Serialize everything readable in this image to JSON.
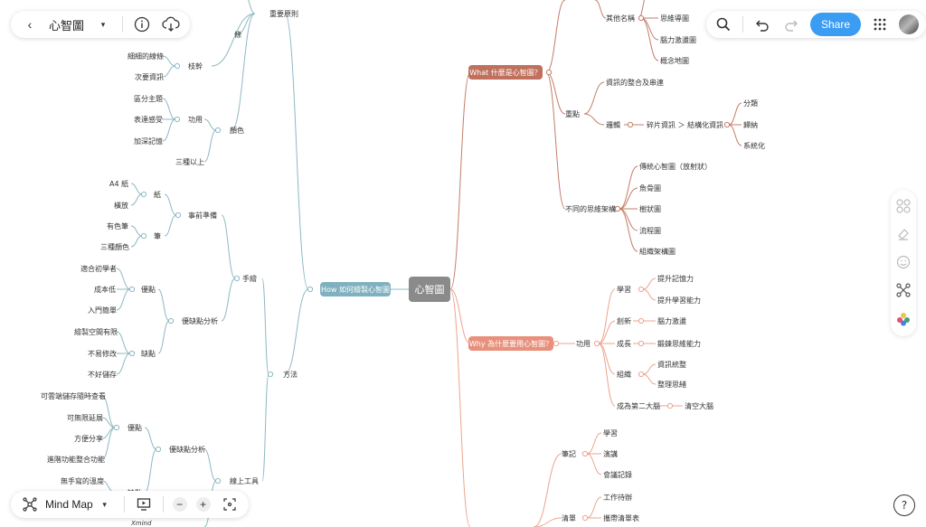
{
  "app": {
    "title": "心智圖",
    "share_label": "Share",
    "view_mode": "Mind Map",
    "help_label": "?"
  },
  "icons": {
    "back": "chevron-left-icon",
    "title_menu": "chevron-down-icon",
    "info": "info-icon",
    "cloud": "cloud-download-icon",
    "search": "search-icon",
    "undo": "undo-icon",
    "redo": "redo-icon",
    "grid": "apps-grid-icon",
    "mindmap": "mindmap-icon",
    "present": "present-icon",
    "zoom_out": "minus-icon",
    "zoom_in": "plus-icon",
    "fit": "fit-view-icon",
    "side": [
      "format-icon",
      "style-icon",
      "sticker-icon",
      "map-structure-icon",
      "theme-color-icon"
    ]
  },
  "colors": {
    "central": "#8a8a8a",
    "what": "#c0705c",
    "why": "#e8907c",
    "how": "#7fb1bf",
    "how_lines": "#8fb8c4",
    "what_lines": "#c47d69",
    "why_lines": "#eba48f",
    "accent": "#3b9cf3"
  },
  "mindmap": {
    "central": "心智圖",
    "what": {
      "label": "What 什麼是心智圖？",
      "other_names": "其他名稱",
      "other_names_items": [
        "思維導圖",
        "腦力激盪圖",
        "概念地圖"
      ],
      "key": "重點",
      "key_items": [
        "資訊的整合及串連",
        "邏輯"
      ],
      "logic_chain": "碎片資訊 ＞ 結構化資訊",
      "logic_items": [
        "分類",
        "歸納",
        "系統化"
      ],
      "structures": "不同的思維架構",
      "structure_items": [
        "傳統心智圖（放射狀）",
        "魚骨圖",
        "樹狀圖",
        "流程圖",
        "組織架構圖"
      ]
    },
    "why": {
      "label": "Why 為什麼要用心智圖？",
      "function": "功用",
      "learn": "學習",
      "learn_items": [
        "提升記憶力",
        "提升學習能力"
      ],
      "create": "創新",
      "create_item": "腦力激盪",
      "grow": "成長",
      "grow_item": "鍛鍊思維能力",
      "organize": "組織",
      "organize_items": [
        "資訊統整",
        "整理思緒"
      ],
      "second_brain": "成為第二大腦",
      "second_brain_item": "清空大腦"
    },
    "apps": {
      "notes": "筆記",
      "notes_items": [
        "學習",
        "演講",
        "會議記錄"
      ],
      "lists": "清單",
      "lists_items": [
        "工作待辦",
        "攜帶清單表"
      ]
    },
    "how": {
      "label": "How 如何繪製心智圖",
      "principles": "重要原則",
      "partial_top": "條",
      "branch": "枝幹",
      "branch_items": [
        "細細的線條",
        "次要資訊"
      ],
      "color": "顏色",
      "color_function": "功用",
      "color_function_items": [
        "區分主題",
        "表達感受",
        "加深記憶"
      ],
      "color_min": "三種以上",
      "method": "方法",
      "hand": "手繪",
      "prep": "事前準備",
      "paper": "紙",
      "paper_items": [
        "A4 紙",
        "橫放"
      ],
      "pen": "筆",
      "pen_items": [
        "有色筆",
        "三種顏色"
      ],
      "hand_proscons": "優缺點分析",
      "pros": "優點",
      "hand_pros_items": [
        "適合初學者",
        "成本低",
        "入門簡單"
      ],
      "cons": "缺點",
      "hand_cons_items": [
        "繪製空間有限",
        "不易修改",
        "不好儲存"
      ],
      "online": "線上工具",
      "online_proscons": "優缺點分析",
      "online_pros_items": [
        "可雲端儲存隨時查看",
        "可無限延展",
        "方便分享",
        "進階功能整合功能"
      ],
      "online_cons_item": "無手寫的溫度",
      "online_cons": "缺點",
      "tool": "Xmind"
    }
  }
}
